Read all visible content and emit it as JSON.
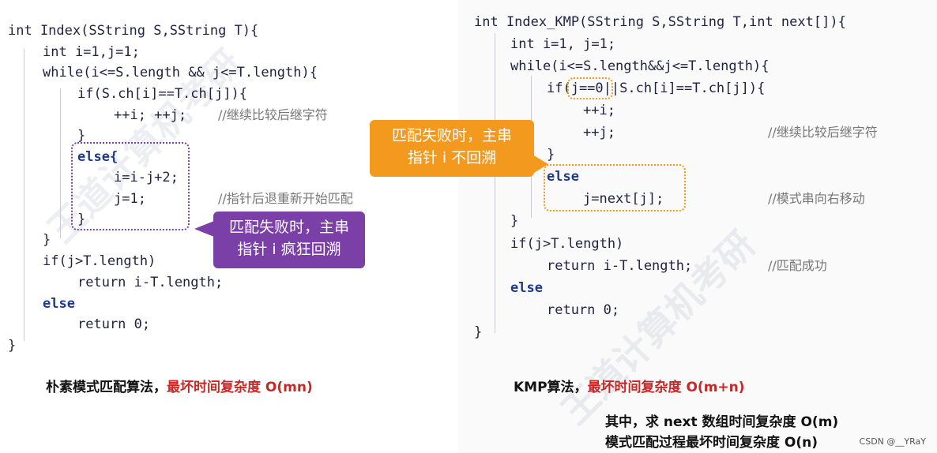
{
  "left": {
    "lines": [
      "int Index(SString S,SString T){",
      "int i=1,j=1;",
      "while(i<=S.length && j<=T.length){",
      "if(S.ch[i]==T.ch[j]){",
      "++i; ++j;",
      "}",
      "else{",
      "i=i-j+2;",
      "j=1;",
      "}",
      "}",
      "if(j>T.length)",
      "return i-T.length;",
      "else",
      "return 0;",
      "}"
    ],
    "comments": {
      "continue": "//继续比较后继字符",
      "reset": "//指针后退重新开始匹配"
    },
    "callout_line1": "匹配失败时，主串",
    "callout_line2": "指针 i 疯狂回溯",
    "caption_prefix": "朴素模式匹配算法，",
    "caption_red": "最坏时间复杂度 O(mn)"
  },
  "right": {
    "lines": [
      "int Index_KMP(SString S,SString T,int next[]){",
      "int i=1, j=1;",
      "while(i<=S.length&&j<=T.length){",
      "if(j==0||S.ch[i]==T.ch[j]){",
      "++i;",
      "++j;",
      "}",
      "else",
      "j=next[j];",
      "}",
      "if(j>T.length)",
      "return i-T.length;",
      "else",
      "return 0;",
      "}"
    ],
    "comments": {
      "continue": "//继续比较后继字符",
      "shift": "//模式串向右移动",
      "success": "//匹配成功"
    },
    "callout_line1": "匹配失败时，主串",
    "callout_line2": "指针 i 不回溯",
    "caption_prefix": "KMP算法，",
    "caption_red": "最坏时间复杂度 O(m+n)",
    "note_line1": "其中，求 next 数组时间复杂度 O(m)",
    "note_line2": "模式匹配过程最坏时间复杂度 O(n)"
  },
  "watermark": "王道计算机考研",
  "credit": "CSDN @__YRaY",
  "colors": {
    "purple": "#7b3fa8",
    "orange": "#f39a1e"
  }
}
